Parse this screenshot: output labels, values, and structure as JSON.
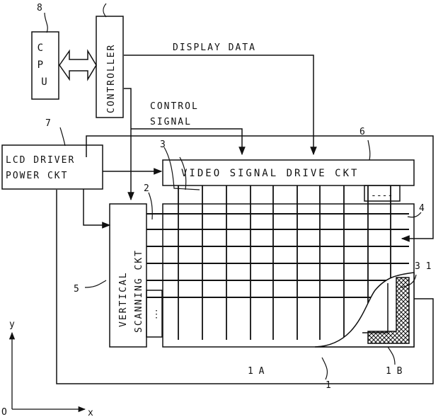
{
  "labels": {
    "cpu": "CPU",
    "controller": "CONTROLLER",
    "display_data": "DISPLAY DATA",
    "control_signal_1": "CONTROL",
    "control_signal_2": "SIGNAL",
    "lcd_power_1": "LCD DRIVER",
    "lcd_power_2": "POWER CKT",
    "video_drive": "VIDEO SIGNAL DRIVE CKT",
    "vertical_1": "VERTICAL",
    "vertical_2": "SCANNING CKT",
    "dashes": "----",
    "vdots": "⋮"
  },
  "refs": {
    "r8": "8",
    "r7": "7",
    "r6": "6",
    "r5": "5",
    "r4": "4",
    "r3": "3",
    "r2": "2",
    "r31": "3 1",
    "r1": "1",
    "r1A": "1 A",
    "r1B": "1 B"
  },
  "axes": {
    "y": "y",
    "x": "x",
    "origin": "O"
  }
}
